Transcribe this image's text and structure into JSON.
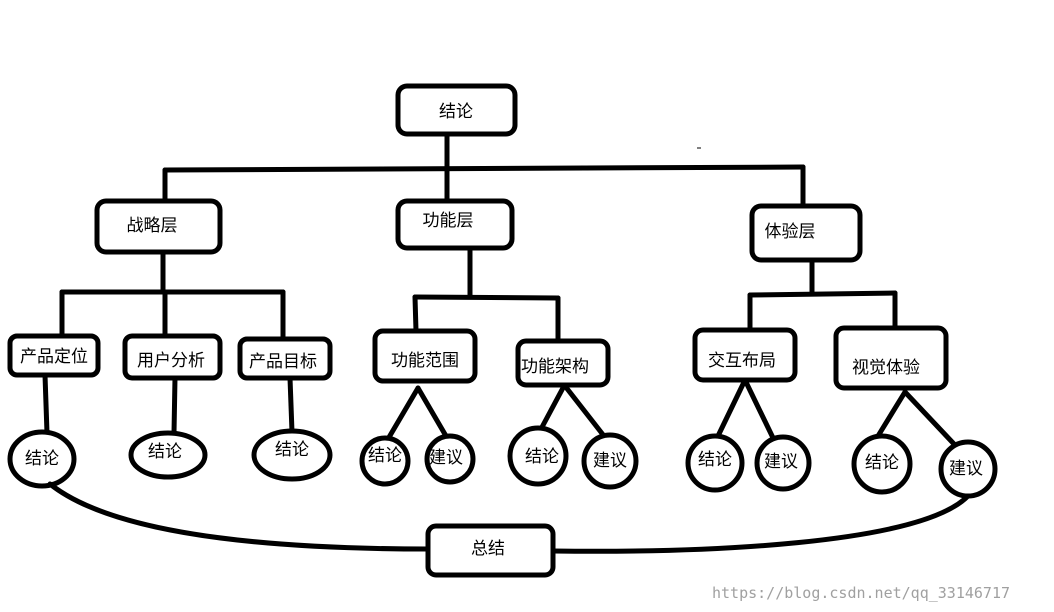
{
  "diagram": {
    "root": "结论",
    "layers": [
      {
        "label": "战略层",
        "children": [
          {
            "label": "产品定位",
            "leaves": [
              "结论"
            ]
          },
          {
            "label": "用户分析",
            "leaves": [
              "结论"
            ]
          },
          {
            "label": "产品目标",
            "leaves": [
              "结论"
            ]
          }
        ]
      },
      {
        "label": "功能层",
        "children": [
          {
            "label": "功能范围",
            "leaves": [
              "结论",
              "建议"
            ]
          },
          {
            "label": "功能架构",
            "leaves": [
              "结论",
              "建议"
            ]
          }
        ]
      },
      {
        "label": "体验层",
        "children": [
          {
            "label": "交互布局",
            "leaves": [
              "结论",
              "建议"
            ]
          },
          {
            "label": "视觉体验",
            "leaves": [
              "结论",
              "建议"
            ]
          }
        ]
      }
    ],
    "summary": "总结"
  },
  "watermark": "https://blog.csdn.net/qq_33146717"
}
